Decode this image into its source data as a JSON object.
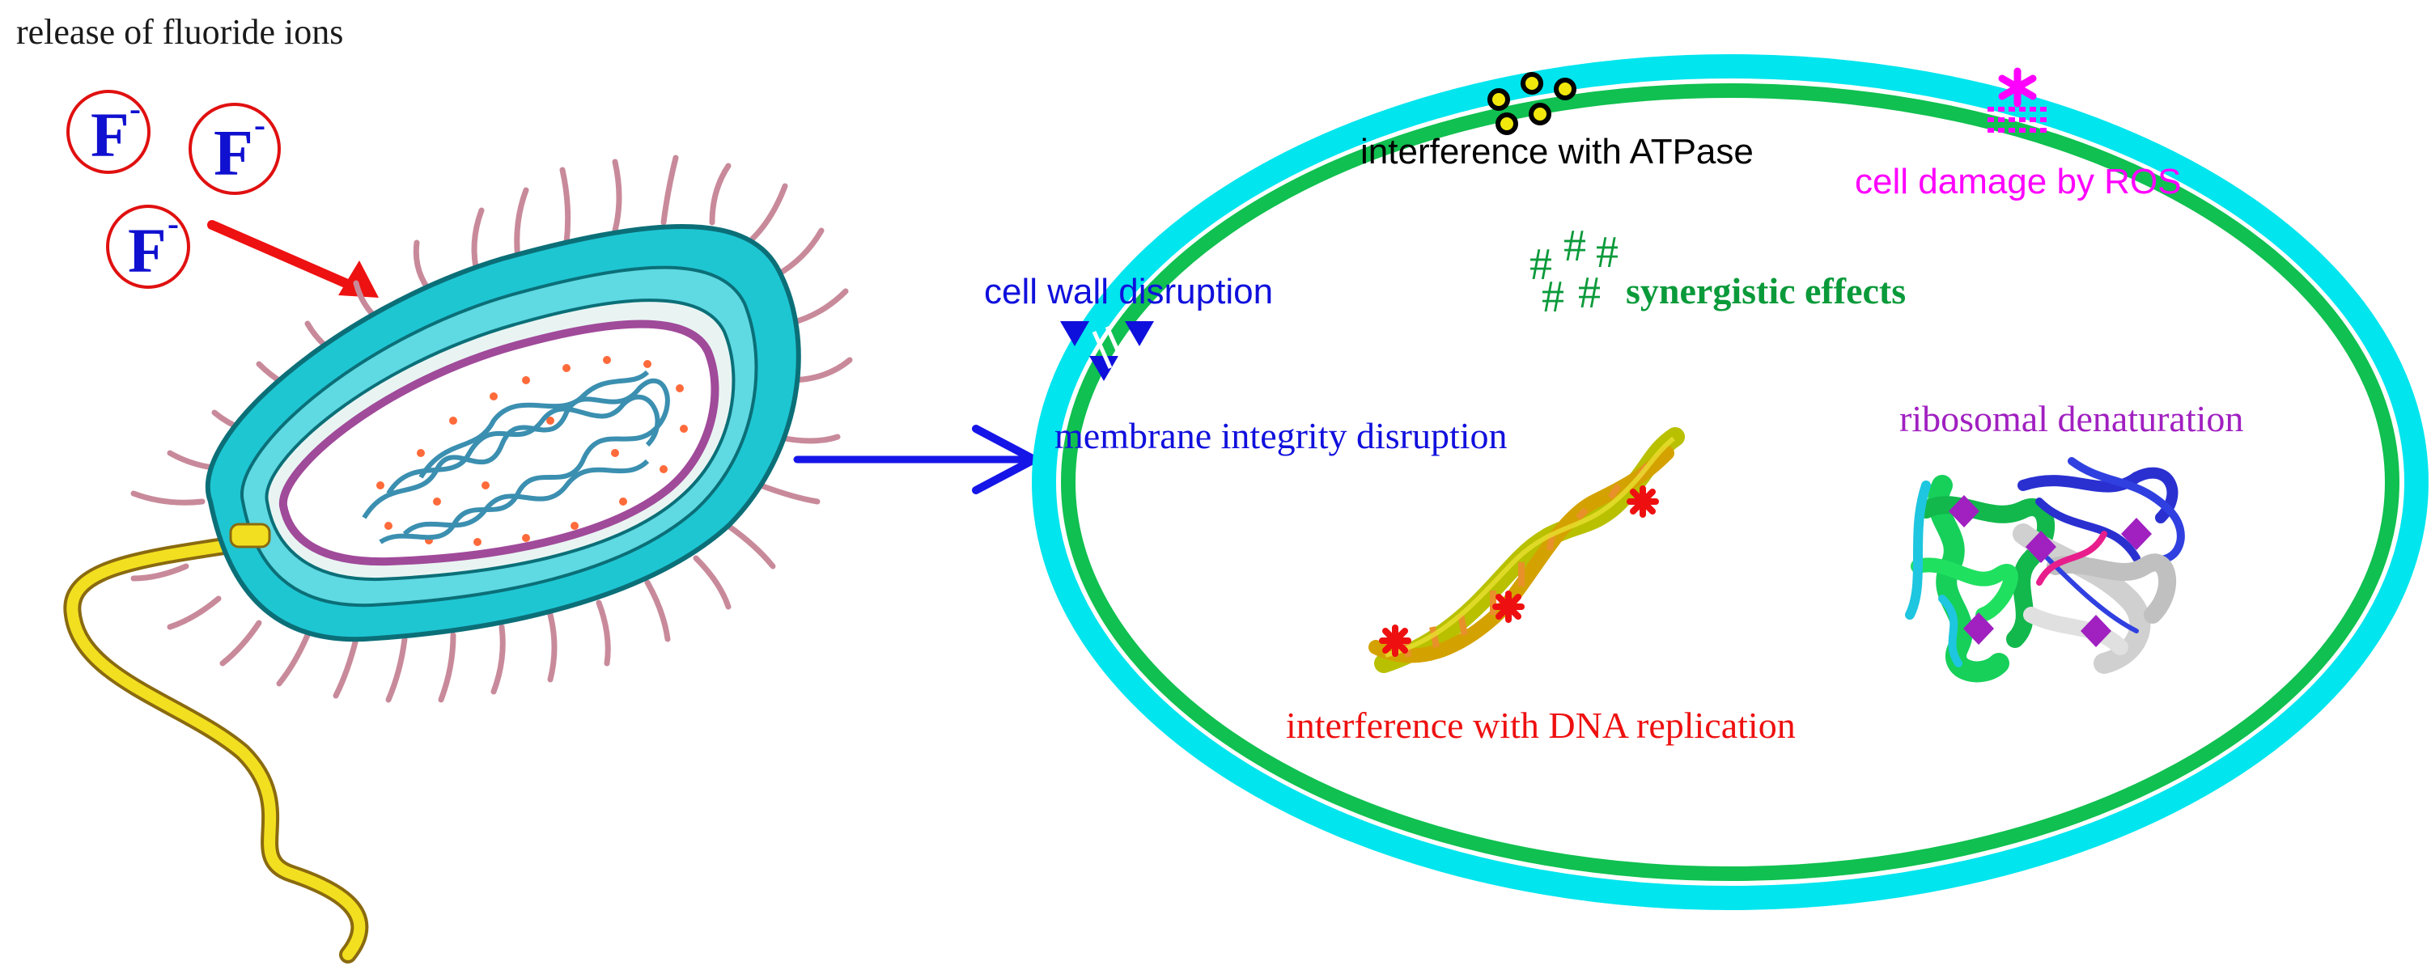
{
  "title": "release of fluoride ions",
  "fluoride_ion": {
    "symbol": "F",
    "charge": "-"
  },
  "labels": {
    "atpase": "interference with ATPase",
    "ros": "cell damage by ROS",
    "cell_wall": "cell wall disruption",
    "synergistic": "synergistic effects",
    "membrane": "membrane integrity disruption",
    "ribosomal": "ribosomal denaturation",
    "dna": "interference with DNA replication"
  },
  "colors": {
    "fluoride_ion_ring": "#e01010",
    "fluoride_ion_letter": "#1010d0",
    "release_arrow": "#ee1111",
    "transition_arrow": "#1515e8",
    "cell_outer_ring": "#00e5ee",
    "cell_inner_ring": "#10c050",
    "atpase_label": "#000000",
    "ros_label": "#ff00ff",
    "cell_wall_label": "#1010dd",
    "synergistic_label": "#0a9a3a",
    "membrane_label": "#1010dd",
    "ribosomal_label": "#a020c0",
    "dna_label": "#ee1010",
    "bacterium_capsule": "#1ec6d2",
    "flagellum": "#f2e020"
  },
  "icons": {
    "ion": "circled-letter-f",
    "atpase": "yellow-circles-icon",
    "ros": "asterisk-icon",
    "cell_wall": "triangle-icon",
    "synergistic": "hash-icon",
    "dna": "double-helix-icon",
    "ribosome": "protein-structure-icon",
    "bacterium": "bacterium-icon"
  }
}
